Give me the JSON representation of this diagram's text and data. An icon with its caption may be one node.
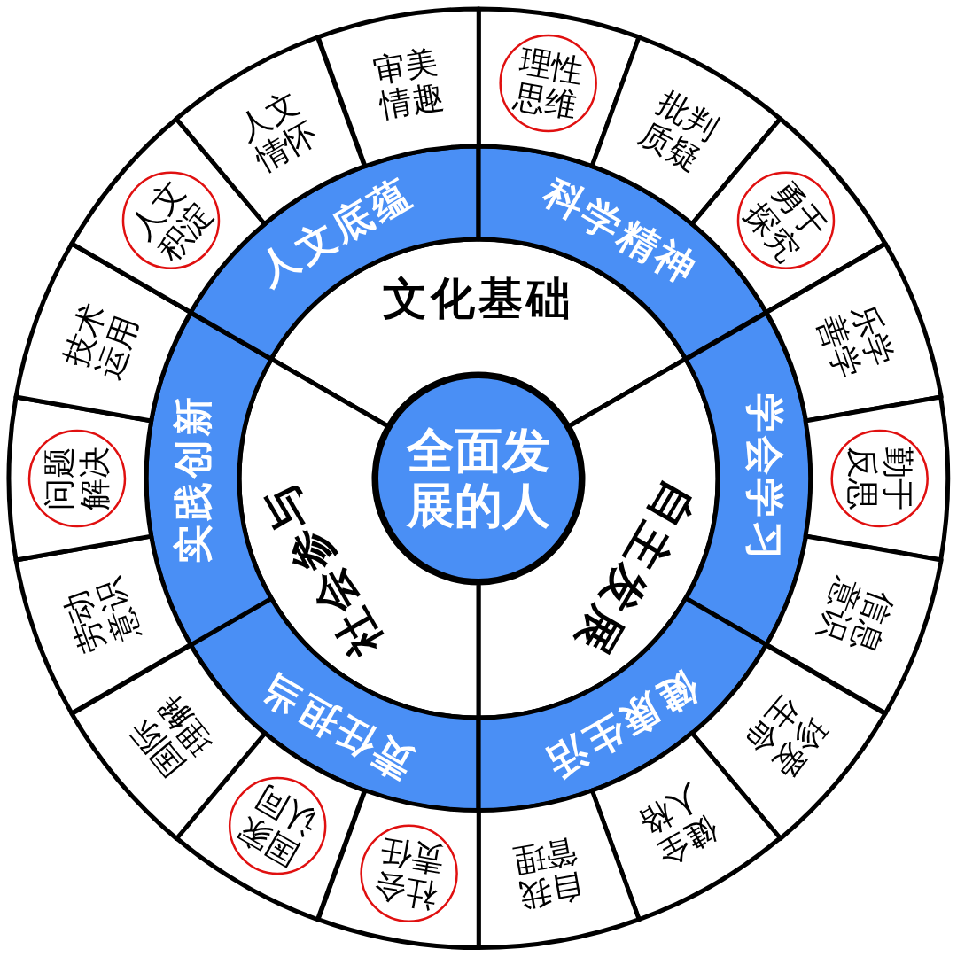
{
  "diagram": {
    "nodes": [
      {
        "text": [
          "全面发展的人"
        ]
      },
      {
        "text": [
          "文化基础"
        ]
      },
      {
        "text": [
          "自主发展"
        ]
      },
      {
        "text": [
          "社会参与"
        ]
      },
      {
        "text": [
          "科学精神"
        ]
      },
      {
        "text": [
          "学会学习"
        ]
      },
      {
        "text": [
          "健康生活"
        ]
      },
      {
        "text": [
          "责任担当"
        ]
      },
      {
        "text": [
          "实践创新"
        ]
      },
      {
        "text": [
          "人文底蕴"
        ]
      },
      {
        "text": [
          "理性思维"
        ]
      },
      {
        "text": [
          "批判质疑"
        ]
      },
      {
        "text": [
          "勇于探究"
        ]
      },
      {
        "text": [
          "乐学善学"
        ]
      },
      {
        "text": [
          "勤于反思"
        ]
      },
      {
        "text": [
          "信息意识"
        ]
      },
      {
        "text": [
          "珍爱生命"
        ]
      },
      {
        "text": [
          "健全人格"
        ]
      },
      {
        "text": [
          "自我管理"
        ]
      },
      {
        "text": [
          "社会责任"
        ]
      },
      {
        "text": [
          "国家认同"
        ]
      },
      {
        "text": [
          "国际理解"
        ]
      },
      {
        "text": [
          "劳动意识"
        ]
      },
      {
        "text": [
          "问题解决"
        ]
      },
      {
        "text": [
          "技术运用"
        ]
      },
      {
        "text": [
          "人文积淀"
        ]
      },
      {
        "text": [
          "人文情怀"
        ]
      },
      {
        "text": [
          "审美情趣"
        ]
      }
    ]
  }
}
